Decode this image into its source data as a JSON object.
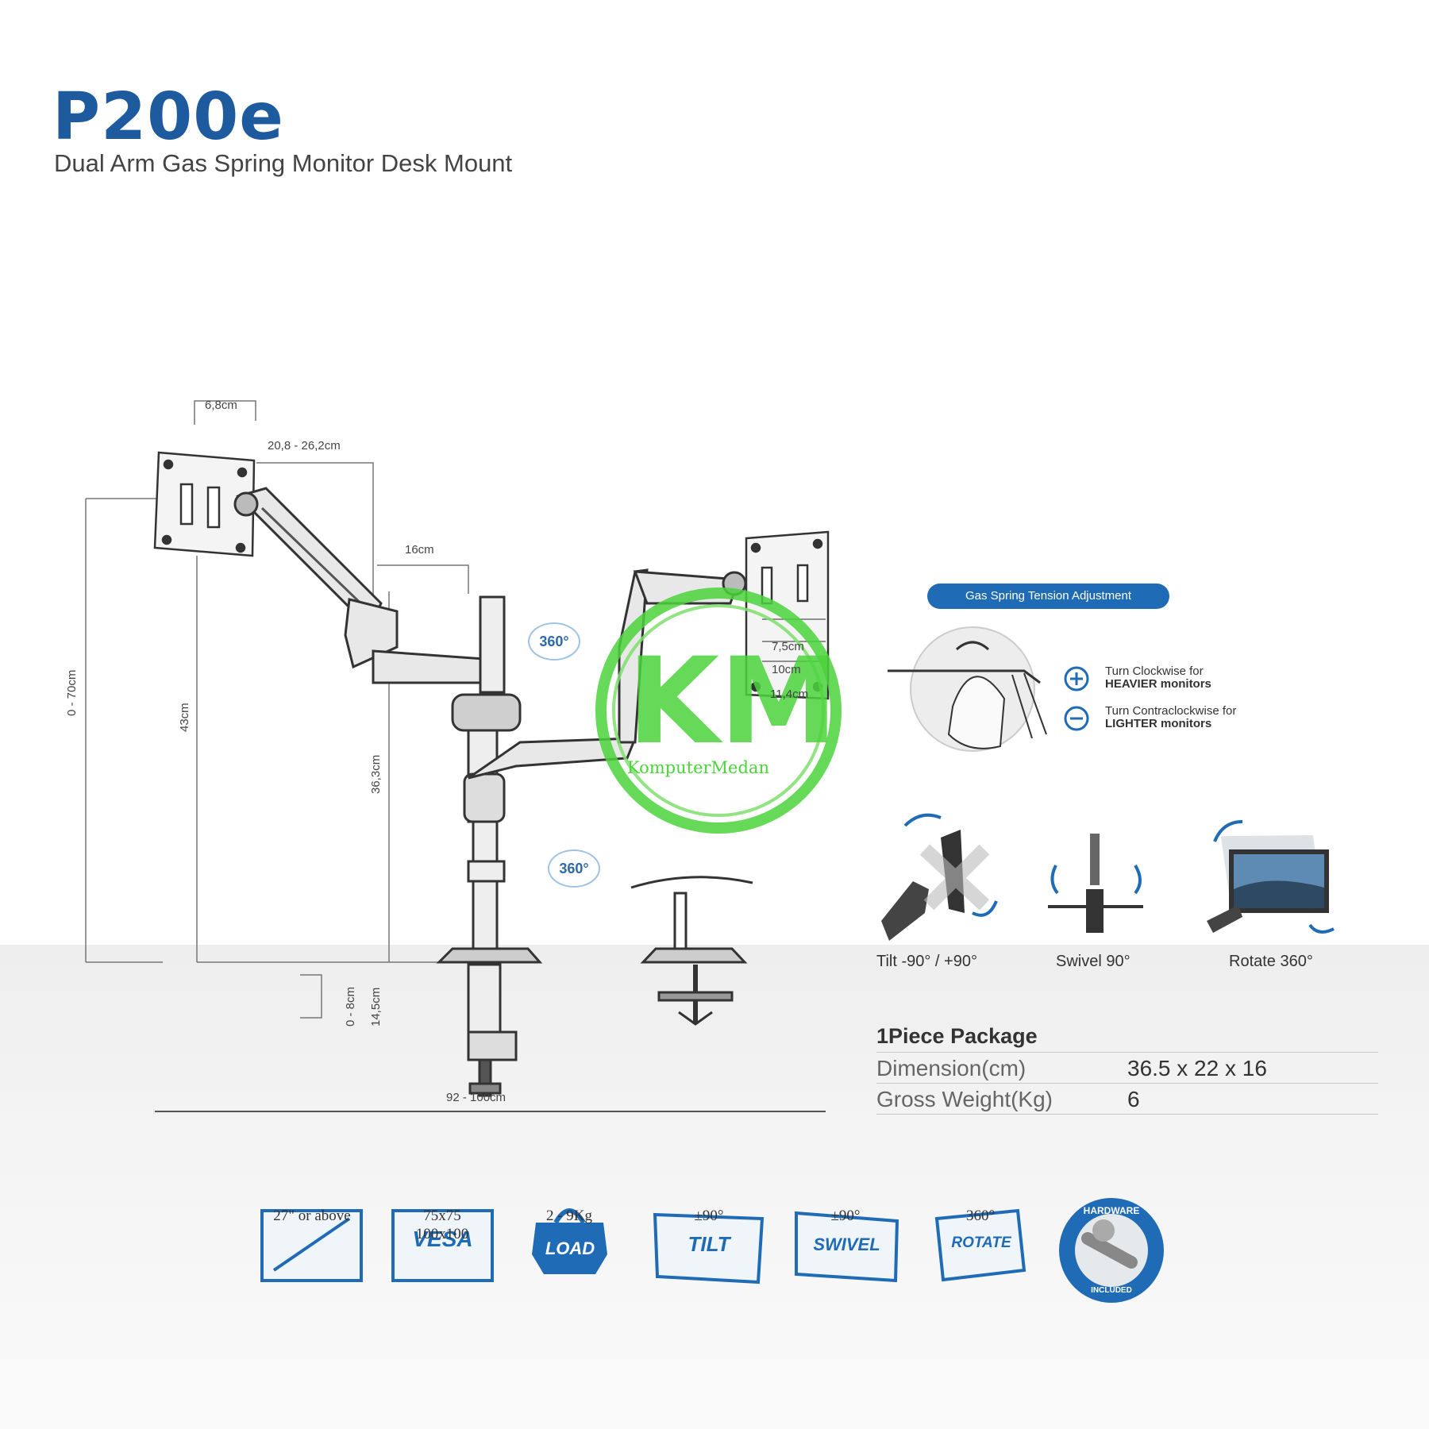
{
  "header": {
    "title": "P200e",
    "subtitle": "Dual Arm Gas Spring Monitor Desk Mount"
  },
  "dimensions": {
    "plate_width": "6,8cm",
    "arm_reach": "20,8 - 26,2cm",
    "pole_offset": "16cm",
    "total_height": "0 - 70cm",
    "pole_height": "43cm",
    "lower_height": "36,3cm",
    "clamp_range": "0 - 8cm",
    "clamp_height": "14,5cm",
    "base_width": "92 - 100cm",
    "vesa_75": "7,5cm",
    "vesa_100": "10cm",
    "plate_height": "11,4cm"
  },
  "rotation_badges": [
    "360°",
    "360°"
  ],
  "gas_spring": {
    "title": "Gas Spring Tension Adjustment",
    "clockwise_line1": "Turn Clockwise for",
    "clockwise_line2": "HEAVIER monitors",
    "counter_line1": "Turn Contraclockwise for",
    "counter_line2": "LIGHTER monitors"
  },
  "motions": {
    "tilt": "Tilt -90° / +90°",
    "swivel": "Swivel 90°",
    "rotate": "Rotate 360°"
  },
  "package": {
    "title": "1Piece Package",
    "rows": [
      {
        "label": "Dimension(cm)",
        "value": "36.5 x 22 x 16"
      },
      {
        "label": "Gross Weight(Kg)",
        "value": "6"
      }
    ]
  },
  "watermark": {
    "letters": "KM",
    "name": "KomputerMedan"
  },
  "spec_icons": [
    {
      "icon_text": "",
      "caption": "27\" or above"
    },
    {
      "icon_text": "VESA",
      "caption_line1": "75x75",
      "caption_line2": "100x100"
    },
    {
      "icon_text": "LOAD",
      "caption": "2 - 9Kg"
    },
    {
      "icon_text": "TILT",
      "caption": "±90°"
    },
    {
      "icon_text": "SWIVEL",
      "caption": "±90°"
    },
    {
      "icon_text": "ROTATE",
      "caption": "360°"
    },
    {
      "icon_text": "HARDWARE",
      "subtext": "INCLUDED"
    }
  ],
  "colors": {
    "brand_blue": "#1d5a9e",
    "accent_blue": "#1f6bb5",
    "watermark_green": "#4cd43c"
  }
}
